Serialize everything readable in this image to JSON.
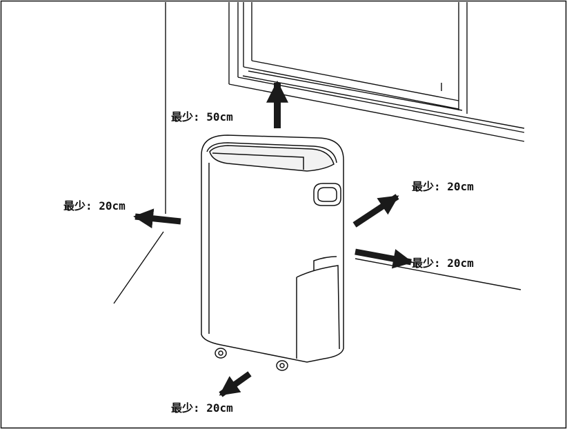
{
  "labels": {
    "top": "最少: 50cm",
    "left": "最少: 20cm",
    "right_upper": "最少: 20cm",
    "right_lower": "最少: 20cm",
    "bottom": "最少: 20cm"
  },
  "icons": [
    "dehumidifier-unit-icon",
    "window-frame-icon",
    "clearance-arrow-icon"
  ],
  "colors": {
    "line": "#111111",
    "arrow": "#1a1a1a",
    "background": "#ffffff"
  }
}
